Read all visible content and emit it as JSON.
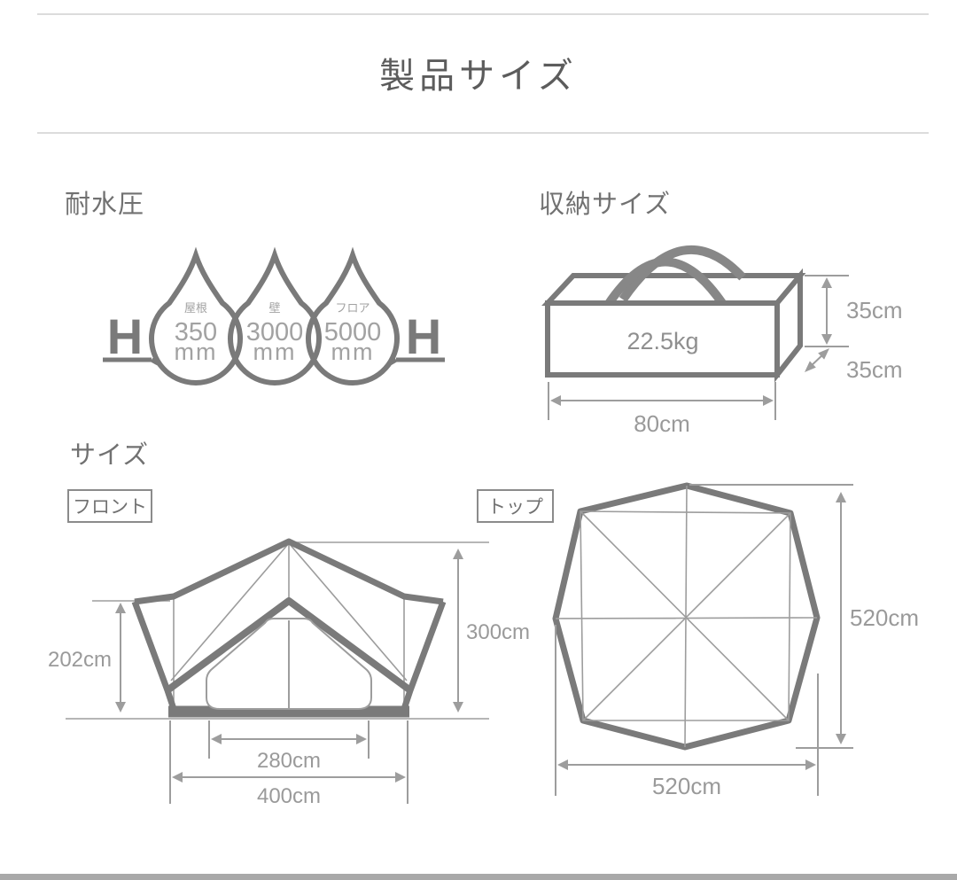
{
  "page": {
    "title": "製品サイズ"
  },
  "water_resistance": {
    "heading": "耐水圧",
    "h_left": "H",
    "h_right": "H",
    "drops": [
      {
        "part": "屋根",
        "value": "350",
        "unit": "mm"
      },
      {
        "part": "壁",
        "value": "3000",
        "unit": "mm"
      },
      {
        "part": "フロア",
        "value": "5000",
        "unit": "mm"
      }
    ]
  },
  "storage": {
    "heading": "収納サイズ",
    "weight": "22.5kg",
    "height": "35cm",
    "depth": "35cm",
    "width": "80cm"
  },
  "size": {
    "heading": "サイズ",
    "front": {
      "label": "フロント",
      "side_height": "202cm",
      "total_height": "300cm",
      "inner_width": "280cm",
      "total_width": "400cm"
    },
    "top": {
      "label": "トップ",
      "height": "520cm",
      "width": "520cm"
    }
  },
  "colors": {
    "line_thick": "#7a7a7a",
    "line_thin": "#9d9d9d",
    "text_dim": "#9a9a9a",
    "heading": "#717171",
    "title": "#5c5c5c"
  }
}
